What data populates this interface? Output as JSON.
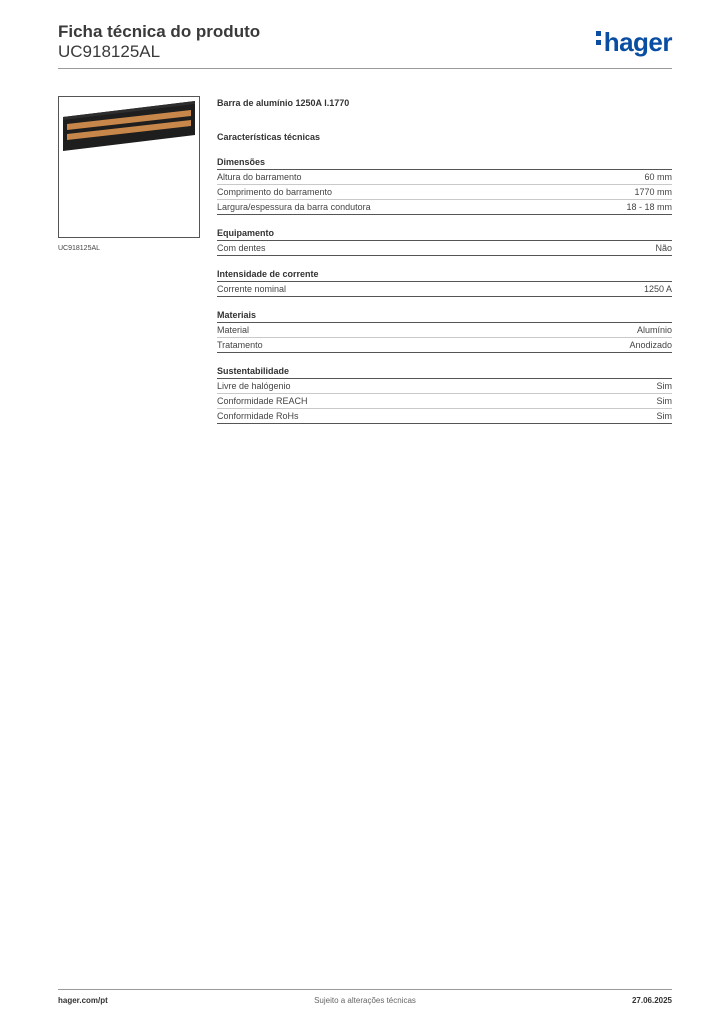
{
  "header": {
    "title": "Ficha técnica do produto",
    "code": "UC918125AL",
    "logo": "hager"
  },
  "image": {
    "caption": "UC918125AL"
  },
  "product": {
    "name": "Barra de alumínio 1250A l.1770",
    "section": "Características técnicas"
  },
  "groups": [
    {
      "title": "Dimensões",
      "rows": [
        {
          "label": "Altura do barramento",
          "value": "60 mm"
        },
        {
          "label": "Comprimento do barramento",
          "value": "1770 mm"
        },
        {
          "label": "Largura/espessura da barra condutora",
          "value": "18 - 18 mm"
        }
      ]
    },
    {
      "title": "Equipamento",
      "rows": [
        {
          "label": "Com dentes",
          "value": "Não"
        }
      ]
    },
    {
      "title": "Intensidade de corrente",
      "rows": [
        {
          "label": "Corrente nominal",
          "value": "1250 A"
        }
      ]
    },
    {
      "title": "Materiais",
      "rows": [
        {
          "label": "Material",
          "value": "Alumínio"
        },
        {
          "label": "Tratamento",
          "value": "Anodizado"
        }
      ]
    },
    {
      "title": "Sustentabilidade",
      "rows": [
        {
          "label": "Livre de halógenio",
          "value": "Sim"
        },
        {
          "label": "Conformidade REACH",
          "value": "Sim"
        },
        {
          "label": "Conformidade RoHs",
          "value": "Sim"
        }
      ]
    }
  ],
  "footer": {
    "website": "hager.com/pt",
    "note": "Sujeito a alterações técnicas",
    "date": "27.06.2025"
  },
  "colors": {
    "brand": "#0a4ea3",
    "bar_body": "#1e1e1e",
    "conductor": "#c8874a"
  }
}
